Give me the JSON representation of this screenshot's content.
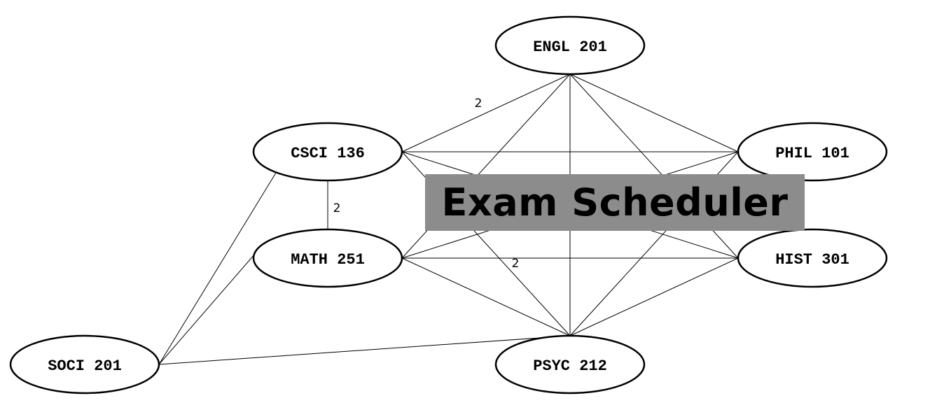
{
  "title": "Exam Scheduler",
  "graph": {
    "nodes": [
      {
        "id": "engl",
        "label": "ENGL 201"
      },
      {
        "id": "csci",
        "label": "CSCI 136"
      },
      {
        "id": "phil",
        "label": "PHIL 101"
      },
      {
        "id": "math",
        "label": "MATH 251"
      },
      {
        "id": "hist",
        "label": "HIST 301"
      },
      {
        "id": "soci",
        "label": "SOCI 201"
      },
      {
        "id": "psyc",
        "label": "PSYC 212"
      }
    ],
    "edges": [
      {
        "from": "csci",
        "to": "engl",
        "label": "2"
      },
      {
        "from": "csci",
        "to": "math",
        "label": "2"
      },
      {
        "from": "math",
        "to": "psyc",
        "label": "2"
      },
      {
        "from": "csci",
        "to": "phil"
      },
      {
        "from": "csci",
        "to": "psyc"
      },
      {
        "from": "csci",
        "to": "hist"
      },
      {
        "from": "csci",
        "to": "soci"
      },
      {
        "from": "engl",
        "to": "phil"
      },
      {
        "from": "engl",
        "to": "psyc"
      },
      {
        "from": "engl",
        "to": "hist"
      },
      {
        "from": "engl",
        "to": "math"
      },
      {
        "from": "math",
        "to": "phil"
      },
      {
        "from": "math",
        "to": "hist"
      },
      {
        "from": "math",
        "to": "soci"
      },
      {
        "from": "phil",
        "to": "psyc"
      },
      {
        "from": "hist",
        "to": "psyc"
      },
      {
        "from": "soci",
        "to": "psyc"
      }
    ]
  }
}
